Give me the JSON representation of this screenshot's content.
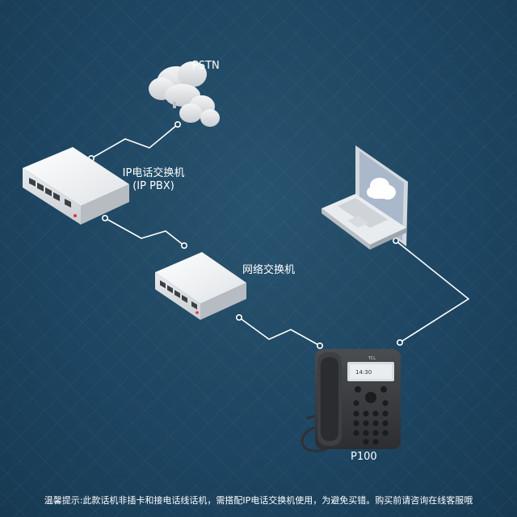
{
  "nodes": {
    "pstn": {
      "label": "PSTN"
    },
    "ip_pbx": {
      "label_line1": "IP电话交换机",
      "label_line2": "(IP PBX)"
    },
    "network_switch": {
      "label": "网络交换机"
    },
    "phone": {
      "label": "P100",
      "brand": "TCL",
      "screen_time": "14:30"
    },
    "laptop": {
      "label": ""
    }
  },
  "footer": {
    "note": "温馨提示:此款话机非插卡和接电话线话机，需搭配IP电话交换机使用，为避免买错。购买前请咨询在线客服哦"
  },
  "colors": {
    "background": "#1f4660",
    "line": "#ffffff",
    "device": "#eef0f2"
  }
}
